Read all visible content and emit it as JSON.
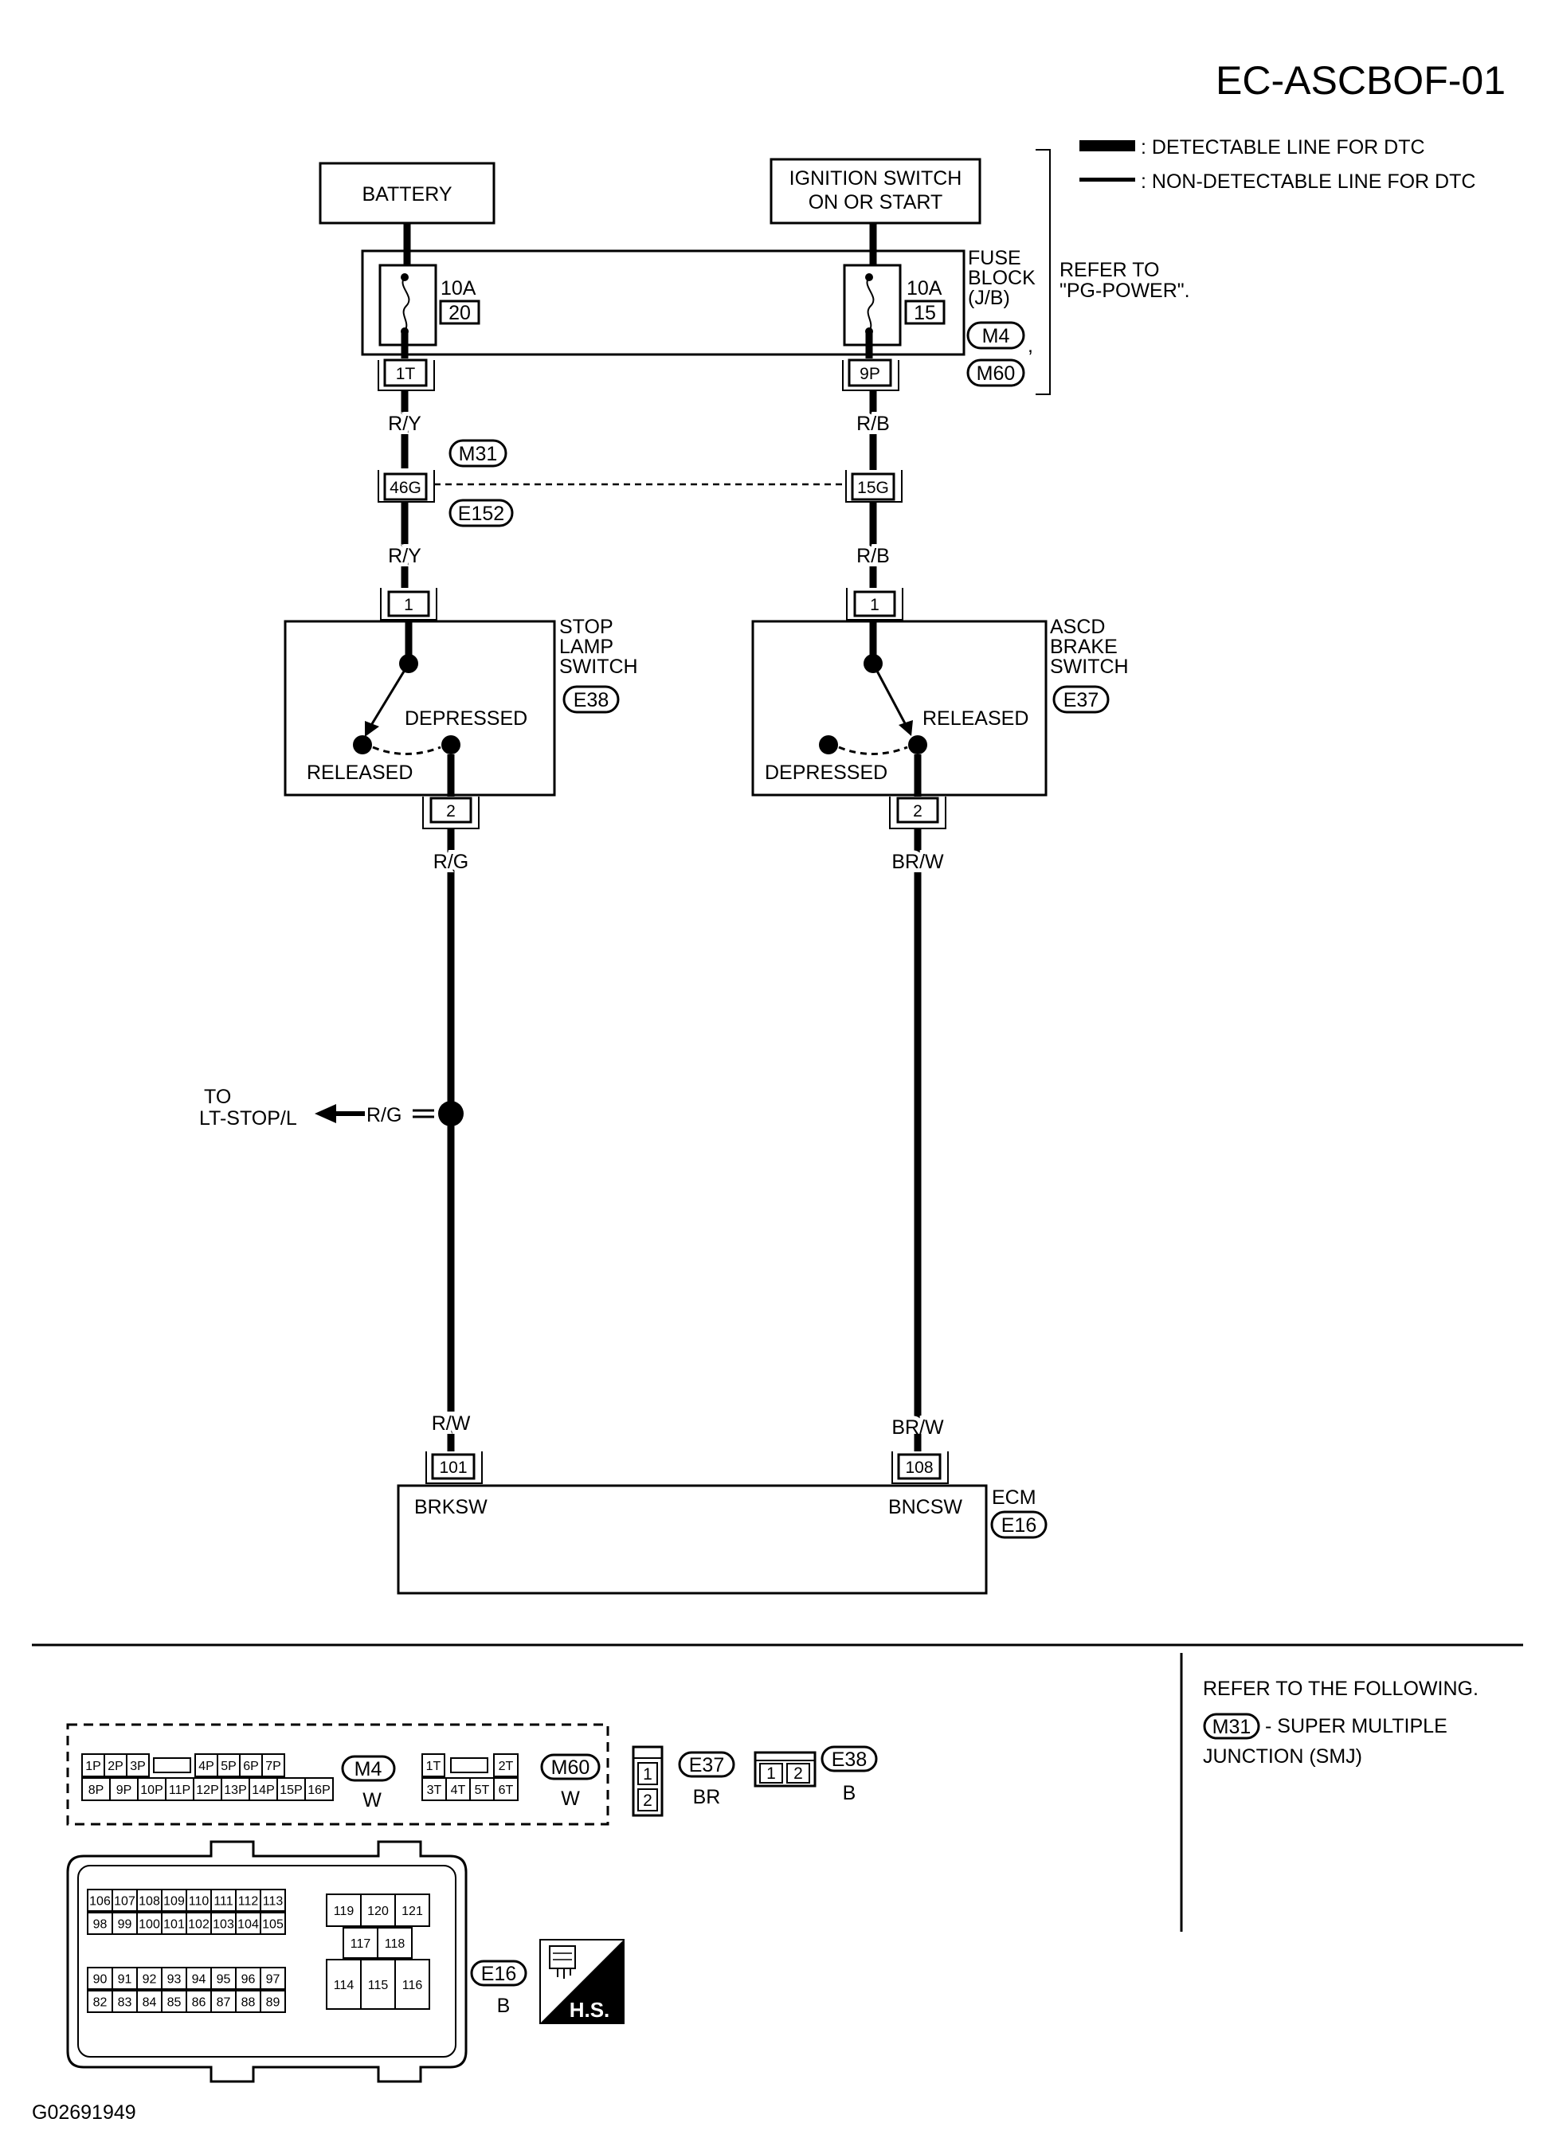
{
  "header": {
    "title": "EC-ASCBOF-01"
  },
  "legend": {
    "detectable": ": DETECTABLE LINE FOR DTC",
    "non_detectable": ": NON-DETECTABLE LINE FOR DTC",
    "refer_1": "REFER TO",
    "refer_2": "\"PG-POWER\"."
  },
  "components": {
    "battery": "BATTERY",
    "ignition_1": "IGNITION SWITCH",
    "ignition_2": "ON OR START",
    "fuse_block_1": "FUSE",
    "fuse_block_2": "BLOCK",
    "fuse_block_3": "(J/B)",
    "fuse_left_amp": "10A",
    "fuse_left_no": "20",
    "fuse_right_amp": "10A",
    "fuse_right_no": "15",
    "stop_lamp_1": "STOP",
    "stop_lamp_2": "LAMP",
    "stop_lamp_3": "SWITCH",
    "ascd_1": "ASCD",
    "ascd_2": "BRAKE",
    "ascd_3": "SWITCH",
    "ecm": "ECM",
    "to_1": "TO",
    "to_2": "LT-STOP/L"
  },
  "connectors": {
    "m4": "M4",
    "m60": "M60",
    "m31": "M31",
    "e152": "E152",
    "e38": "E38",
    "e37": "E37",
    "e16": "E16"
  },
  "terminals": {
    "t1T": "1T",
    "t9P": "9P",
    "t46G": "46G",
    "t15G": "15G",
    "sl_1": "1",
    "sl_2": "2",
    "ab_1": "1",
    "ab_2": "2",
    "t101": "101",
    "t108": "108"
  },
  "wires": {
    "ry_1": "R/Y",
    "ry_2": "R/Y",
    "rb_1": "R/B",
    "rb_2": "R/B",
    "rg_1": "R/G",
    "rg_2": "R/G",
    "brw_1": "BR/W",
    "brw_2": "BR/W",
    "rw": "R/W"
  },
  "switch_states": {
    "sl_depressed": "DEPRESSED",
    "sl_released": "RELEASED",
    "ab_released": "RELEASED",
    "ab_depressed": "DEPRESSED"
  },
  "ecm_pins": {
    "brksw": "BRKSW",
    "bncsw": "BNCSW"
  },
  "refer_following": {
    "line1": "REFER TO THE FOLLOWING.",
    "tag": "M31",
    "line2": "- SUPER MULTIPLE",
    "line3": "JUNCTION (SMJ)"
  },
  "connector_views": {
    "m4_top": [
      "1P",
      "2P",
      "3P",
      "",
      "4P",
      "5P",
      "6P",
      "7P"
    ],
    "m4_bottom": [
      "8P",
      "9P",
      "10P",
      "11P",
      "12P",
      "13P",
      "14P",
      "15P",
      "16P"
    ],
    "m4_tag": "M4",
    "m4_color": "W",
    "m60_top": [
      "1T",
      "",
      "2T"
    ],
    "m60_bottom": [
      "3T",
      "4T",
      "5T",
      "6T"
    ],
    "m60_tag": "M60",
    "m60_color": "W",
    "e37_pins": [
      "1",
      "2"
    ],
    "e37_tag": "E37",
    "e37_color": "BR",
    "e38_pins": [
      "1",
      "2"
    ],
    "e38_tag": "E38",
    "e38_color": "B",
    "e16_row1": [
      "106",
      "107",
      "108",
      "109",
      "110",
      "111",
      "112",
      "113"
    ],
    "e16_row2": [
      "98",
      "99",
      "100",
      "101",
      "102",
      "103",
      "104",
      "105"
    ],
    "e16_row3": [
      "90",
      "91",
      "92",
      "93",
      "94",
      "95",
      "96",
      "97"
    ],
    "e16_row4": [
      "82",
      "83",
      "84",
      "85",
      "86",
      "87",
      "88",
      "89"
    ],
    "e16_right_top": [
      "119",
      "120",
      "121"
    ],
    "e16_right_mid": [
      "117",
      "118"
    ],
    "e16_right_bot": [
      "114",
      "115",
      "116"
    ],
    "e16_tag": "E16",
    "e16_color": "B",
    "hs_label": "H.S."
  },
  "footer": {
    "code": "G02691949"
  }
}
